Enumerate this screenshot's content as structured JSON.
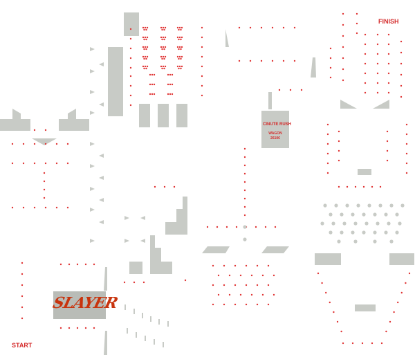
{
  "level": {
    "finish_label": "FINISH",
    "start_label": "START"
  },
  "sign": {
    "line1": "CINUTE RUSH",
    "line2": "WAGON",
    "line3": "2610€"
  },
  "logo": {
    "text": "SLAYER"
  },
  "colors": {
    "background": "#ffffff",
    "block": "#c8cbc6",
    "coin": "#e03535",
    "peg": "#c8cbc6",
    "label": "#d42b2b"
  },
  "icons": {
    "coin": "coin-dot-icon",
    "peg": "peg-circle-icon",
    "spike": "spike-triangle-icon"
  }
}
